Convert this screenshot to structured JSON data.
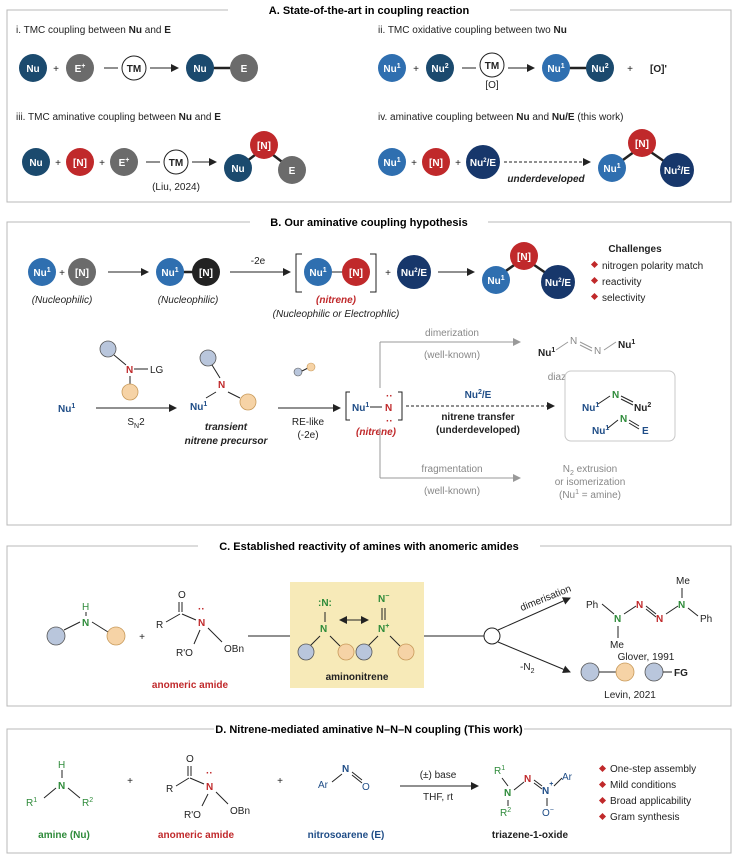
{
  "sectionA": {
    "title": "A. State-of-the-art in coupling reaction",
    "i": {
      "label_pre": "i.  TMC coupling between ",
      "nu": "Nu",
      "and": " and ",
      "e": "E",
      "tm": "TM",
      "node_nu": "Nu",
      "node_e": "E+",
      "prod_nu": "Nu",
      "prod_e": "E"
    },
    "ii": {
      "label": "ii. TMC oxidative coupling  between two ",
      "nu": "Nu",
      "nu1": "Nu1",
      "nu2": "Nu2",
      "tm": "TM",
      "ox": "[O]",
      "byprod": "[O]'"
    },
    "iii": {
      "label_pre": "iii. TMC aminative coupling between ",
      "nu": "Nu",
      "and": " and ",
      "e": "E",
      "n": "[N]",
      "e_plus": "E+",
      "cite": "(Liu, 2024)"
    },
    "iv": {
      "label_pre": "iv. aminative coupling between ",
      "nu": "Nu",
      "and": " and ",
      "nue": "Nu/E",
      "tail": " (this work)",
      "nu1": "Nu1",
      "n": "[N]",
      "nu2e": "Nu2/E",
      "underdeveloped": "underdeveloped"
    }
  },
  "sectionB": {
    "title": "B. Our aminative coupling hypothesis",
    "nu1": "Nu1",
    "n": "[N]",
    "nucleophilic": "(Nucleophilic)",
    "minus2e": "-2e",
    "nitrene": "(nitrene)",
    "nuc_or_elec": "(Nucleophilic or Electrophlic)",
    "nu2e": "Nu2/E",
    "challenges_title": "Challenges",
    "challenges": [
      "nitrogen polarity match",
      "reactivity",
      "selectivity"
    ],
    "lg": "LG",
    "sn2": "SN2",
    "transient": "transient",
    "precursor": "nitrene precursor",
    "re_like": "RE-like",
    "re_minus2e": "(-2e)",
    "dimerization": "dimerization",
    "well_known": "(well-known)",
    "diazene": "diazene compound",
    "nitrene_transfer": "nitrene transfer",
    "underdeveloped": "(underdeveloped)",
    "fragmentation": "fragmentation",
    "n2_extrusion": "N2 extrusion",
    "or_isomerization": "or isomerization",
    "nu_amine": "(Nu1 = amine)"
  },
  "sectionC": {
    "title": "C. Established reactivity of amines with anomeric amides",
    "anomeric_amide": "anomeric amide",
    "aminonitrene": "aminonitrene",
    "dimerisation": "dimerisation",
    "minus_n2": "-N2",
    "glover": "Glover, 1991",
    "levin": "Levin, 2021",
    "ph": "Ph",
    "me": "Me",
    "fg": "FG",
    "obn": "OBn",
    "ro": "R'O",
    "r": "R",
    "o": "O"
  },
  "sectionD": {
    "title": "D. Nitrene-mediated aminative N–N–N coupling (This work)",
    "amine": "amine (Nu)",
    "anomeric_amide": "anomeric amide",
    "nitrosoarene": "nitrosoarene (E)",
    "base": "(±) base",
    "conditions": "THF, rt",
    "product": "triazene-1-oxide",
    "features": [
      "One-step assembly",
      "Mild conditions",
      "Broad applicability",
      "Gram synthesis"
    ]
  },
  "colors": {
    "navy": "#1b4a6e",
    "gray": "#6b6b6b",
    "blue": "#2f6fb0",
    "darkblue": "#17376b",
    "red": "#c0292b",
    "yellowbox": "#f7eab8",
    "lightblue": "#b9c6dc",
    "peach": "#f6d3a6",
    "green": "#2e8b3a"
  }
}
